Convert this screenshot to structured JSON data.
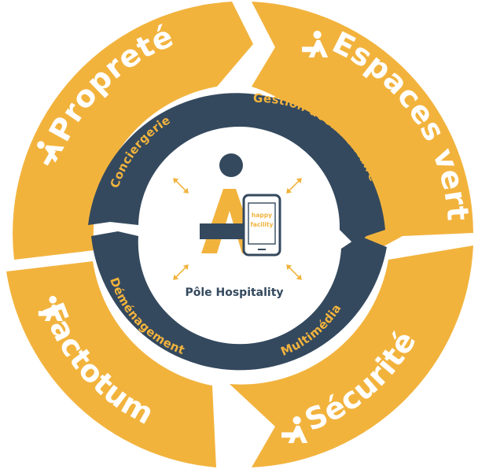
{
  "colors": {
    "outer_ring": "#f2b33d",
    "inner_ring": "#34495e",
    "text_light": "#ffffff",
    "text_accent": "#f2b33d",
    "background": "#ffffff"
  },
  "outer_ring": {
    "segments": [
      {
        "label": "Propreté",
        "icon": "hospitality-logo-icon"
      },
      {
        "label": "Espaces verts",
        "icon": "hospitality-logo-icon"
      },
      {
        "label": "Sécurité",
        "icon": "hospitality-logo-icon"
      },
      {
        "label": "Factotum",
        "icon": "hospitality-logo-icon"
      }
    ]
  },
  "inner_ring": {
    "segments": [
      {
        "label": "Conciergerie"
      },
      {
        "label": "Gestion documentaire"
      },
      {
        "label": "Multimédia"
      },
      {
        "label": "Déménagement"
      }
    ]
  },
  "center": {
    "title": "Pôle Hospitality",
    "phone_brand_line1": "happy",
    "phone_brand_line2": "facility",
    "icons": [
      "hospitality-logo-icon",
      "smartphone-icon",
      "bidirectional-arrow-icon"
    ]
  }
}
